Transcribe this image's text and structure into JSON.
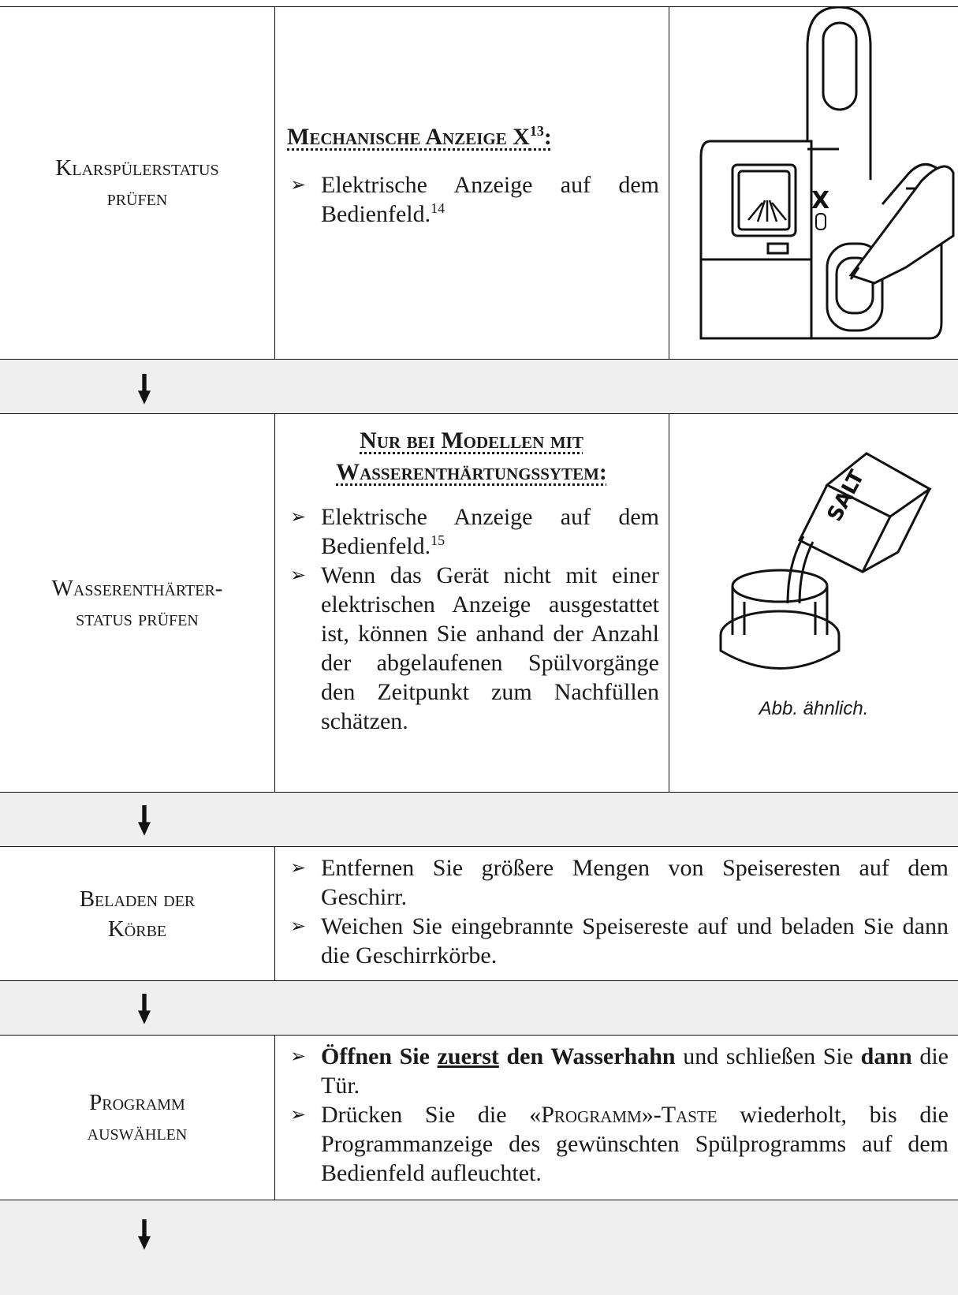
{
  "steps": [
    {
      "label_line1": "Klarspülerstatus",
      "label_line2": "prüfen",
      "heading": "Mechanische Anzeige X",
      "heading_sup": "13",
      "heading_suffix": ":",
      "bullets": [
        {
          "text": "Elektrische Anzeige auf dem Bedienfeld.",
          "sup": "14"
        }
      ],
      "image": {
        "name": "rinse-aid-dispenser-illustration",
        "letter": "X"
      }
    },
    {
      "label_line1": "Wasserenthärter-",
      "label_line2": "status prüfen",
      "heading_line1": "Nur bei Modellen mit",
      "heading_line2": "Wasserenthärtungssytem:",
      "bullets": [
        {
          "text": "Elektrische Anzeige auf dem Bedienfeld.",
          "sup": "15"
        },
        {
          "text": "Wenn das Gerät nicht mit einer elektrischen Anzeige ausgestattet ist, können Sie anhand der Anzahl der abgelaufenen Spülvorgänge den Zeitpunkt zum Nachfüllen schätzen."
        }
      ],
      "image": {
        "name": "salt-refill-illustration",
        "box_text": "SALT"
      },
      "caption": "Abb. ähnlich."
    },
    {
      "label_line1": "Beladen der",
      "label_line2": "Körbe",
      "bullets": [
        {
          "text": "Entfernen Sie größere Mengen von Speiseresten auf dem Geschirr."
        },
        {
          "text": "Weichen Sie eingebrannte Speisereste auf und beladen Sie dann die Geschirrkörbe."
        }
      ]
    },
    {
      "label_line1": "Programm",
      "label_line2": "auswählen",
      "b1_part1": "Öffnen Sie ",
      "b1_part2": "zuerst",
      "b1_part3": " den Wasserhahn",
      "b1_part4": " und schließen Sie ",
      "b1_part5": "dann",
      "b1_part6": " die Tür.",
      "b2_part1": "Drücken Sie die «",
      "b2_part2": "Programm",
      "b2_part3": "»-",
      "b2_part4": "Taste",
      "b2_part5": " wiederholt, bis die Programmanzeige des gewünschten Spülprogramms auf dem Bedienfeld aufleuchtet."
    }
  ]
}
